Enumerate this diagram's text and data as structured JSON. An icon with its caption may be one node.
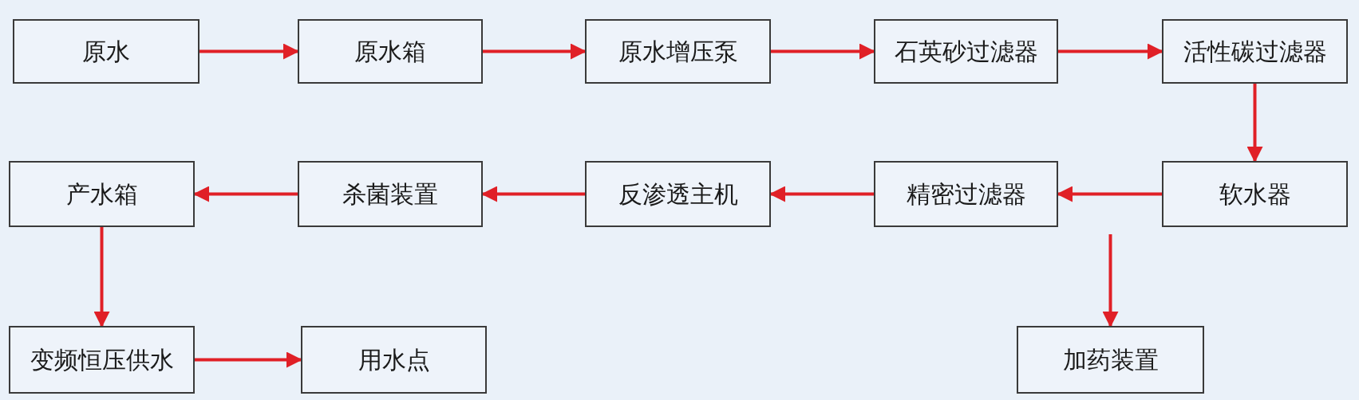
{
  "diagram": {
    "nodes": [
      {
        "text": [
          "原水"
        ]
      },
      {
        "text": [
          "原水箱"
        ]
      },
      {
        "text": [
          "原水增压泵"
        ]
      },
      {
        "text": [
          "石英砂过滤器"
        ]
      },
      {
        "text": [
          "活性碳过滤器"
        ]
      },
      {
        "text": [
          "产水箱"
        ]
      },
      {
        "text": [
          "杀菌装置"
        ]
      },
      {
        "text": [
          "反渗透主机"
        ]
      },
      {
        "text": [
          "精密过滤器"
        ]
      },
      {
        "text": [
          "软水器"
        ]
      },
      {
        "text": [
          "变频恒压供水"
        ]
      },
      {
        "text": [
          "用水点"
        ]
      },
      {
        "text": [
          "加药装置"
        ]
      }
    ],
    "edges": [
      {
        "from": 0,
        "to": 1,
        "arrow": "to"
      },
      {
        "from": 1,
        "to": 2,
        "arrow": "to"
      },
      {
        "from": 2,
        "to": 3,
        "arrow": "to"
      },
      {
        "from": 3,
        "to": 4,
        "arrow": "to"
      },
      {
        "from": 4,
        "to": 9,
        "arrow": "to"
      },
      {
        "from": 9,
        "to": 8,
        "arrow": "to"
      },
      {
        "from": 8,
        "to": 7,
        "arrow": "to"
      },
      {
        "from": 7,
        "to": 6,
        "arrow": "to"
      },
      {
        "from": 6,
        "to": 5,
        "arrow": "to"
      },
      {
        "from": 5,
        "to": 10,
        "arrow": "to"
      },
      {
        "from": 10,
        "to": 11,
        "arrow": "to"
      },
      {
        "from": null,
        "to": 12,
        "arrow": "to"
      }
    ]
  }
}
